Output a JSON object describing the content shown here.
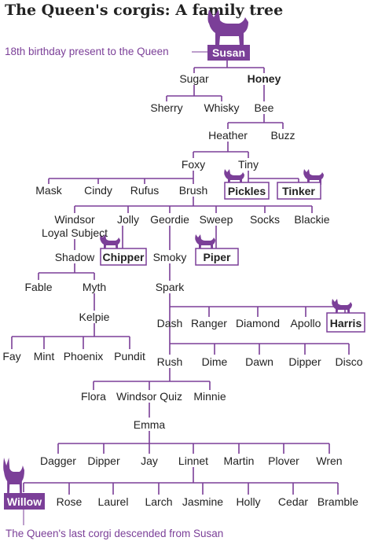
{
  "title": "The Queen's corgis: A family tree",
  "notes": {
    "susan": "18th birthday present to the Queen",
    "willow": "The Queen's last corgi descended from Susan"
  },
  "colors": {
    "accent": "#7b3f98",
    "text": "#222222",
    "background": "#ffffff",
    "box_fill": "#7b3f98",
    "box_text_filled": "#ffffff"
  },
  "dogs": {
    "susan": "Susan",
    "sugar": "Sugar",
    "honey": "Honey",
    "sherry": "Sherry",
    "whisky": "Whisky",
    "bee": "Bee",
    "heather": "Heather",
    "buzz": "Buzz",
    "foxy": "Foxy",
    "tiny": "Tiny",
    "mask": "Mask",
    "cindy": "Cindy",
    "rufus": "Rufus",
    "brush": "Brush",
    "pickles": "Pickles",
    "tinker": "Tinker",
    "windsor_loyal_subject_1": "Windsor",
    "windsor_loyal_subject_2": "Loyal Subject",
    "jolly": "Jolly",
    "geordie": "Geordie",
    "sweep": "Sweep",
    "socks": "Socks",
    "blackie": "Blackie",
    "shadow": "Shadow",
    "chipper": "Chipper",
    "smoky": "Smoky",
    "piper": "Piper",
    "fable": "Fable",
    "myth": "Myth",
    "spark": "Spark",
    "kelpie": "Kelpie",
    "dash": "Dash",
    "ranger": "Ranger",
    "diamond": "Diamond",
    "apollo": "Apollo",
    "harris": "Harris",
    "fay": "Fay",
    "mint": "Mint",
    "phoenix": "Phoenix",
    "pundit": "Pundit",
    "rush": "Rush",
    "dime": "Dime",
    "dawn": "Dawn",
    "dipper_1": "Dipper",
    "disco": "Disco",
    "flora": "Flora",
    "windsor_quiz": "Windsor Quiz",
    "minnie": "Minnie",
    "emma": "Emma",
    "dagger": "Dagger",
    "dipper_2": "Dipper",
    "jay": "Jay",
    "linnet": "Linnet",
    "martin": "Martin",
    "plover": "Plover",
    "wren": "Wren",
    "willow": "Willow",
    "rose": "Rose",
    "laurel": "Laurel",
    "larch": "Larch",
    "jasmine": "Jasmine",
    "holly": "Holly",
    "cedar": "Cedar",
    "bramble": "Bramble"
  },
  "icons": {
    "corgi_large": "corgi-silhouette-icon",
    "corgi_small": "corgi-silhouette-icon"
  }
}
